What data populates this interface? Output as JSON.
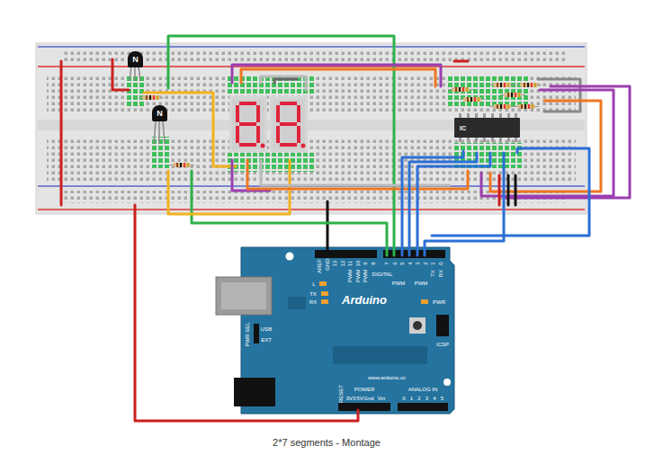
{
  "diagram": {
    "caption": "2*7 segments - Montage",
    "nodes": [
      {
        "text": [
          "N"
        ]
      },
      {
        "text": [
          "N"
        ]
      },
      {
        "text": [
          "IC"
        ]
      },
      {
        "text": [
          "Arduino"
        ]
      }
    ],
    "labels": [
      "AREF",
      "GND",
      "13",
      "12",
      "11",
      "10",
      "9",
      "8",
      "7",
      "6",
      "5",
      "4",
      "3",
      "2",
      "1",
      "0",
      "DIGITAL",
      "TX",
      "RX",
      "PWM",
      "PWM",
      "PWM",
      "PWM",
      "PWM",
      "L",
      "TX",
      "RX",
      "PWR",
      "ICSP",
      "PWR SEL",
      "USB",
      "EXT",
      "www.arduino.cc",
      "POWER",
      "ANALOG IN",
      "RESET",
      "3V3",
      "5V",
      "Gnd",
      "Vin",
      "0",
      "1",
      "2",
      "3",
      "4",
      "5"
    ]
  }
}
